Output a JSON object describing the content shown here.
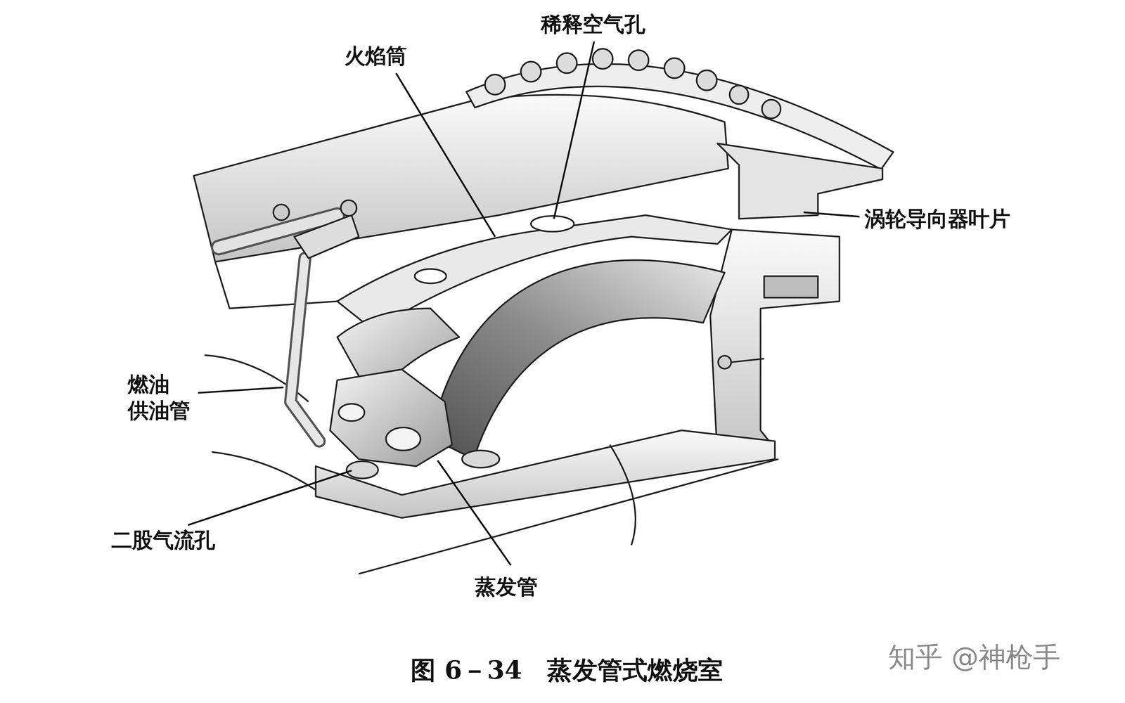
{
  "diagram": {
    "caption": "图 6－34　蒸发管式燃烧室",
    "labels": [
      "稀释空气孔",
      "火焰筒",
      "涡轮导向器叶片",
      "燃油 供油管",
      "二股气流孔",
      "蒸发管",
      "知乎 @神枪手"
    ]
  }
}
